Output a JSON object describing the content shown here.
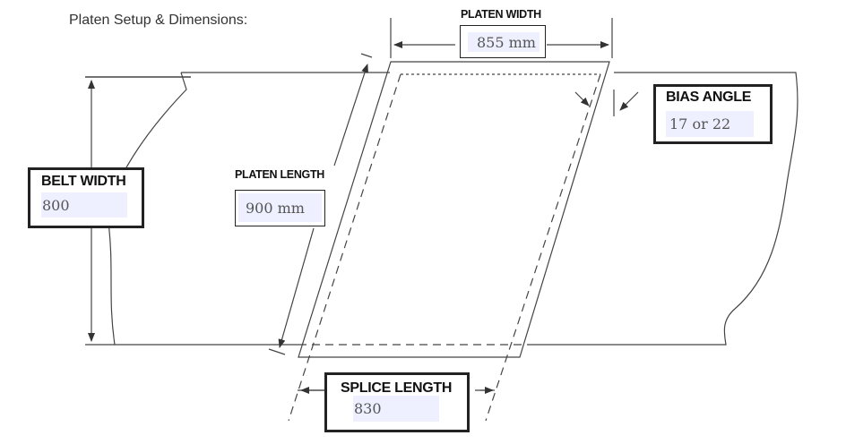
{
  "title": "Platen Setup & Dimensions:",
  "platen_width": {
    "label": "PLATEN WIDTH",
    "value": "855 mm"
  },
  "bias_angle": {
    "label": "BIAS ANGLE",
    "value": "17 or 22"
  },
  "belt_width": {
    "label": "BELT WIDTH",
    "value": "800"
  },
  "platen_length": {
    "label": "PLATEN LENGTH",
    "value": "900 mm"
  },
  "splice_length": {
    "label": "SPLICE LENGTH",
    "value": "830"
  }
}
